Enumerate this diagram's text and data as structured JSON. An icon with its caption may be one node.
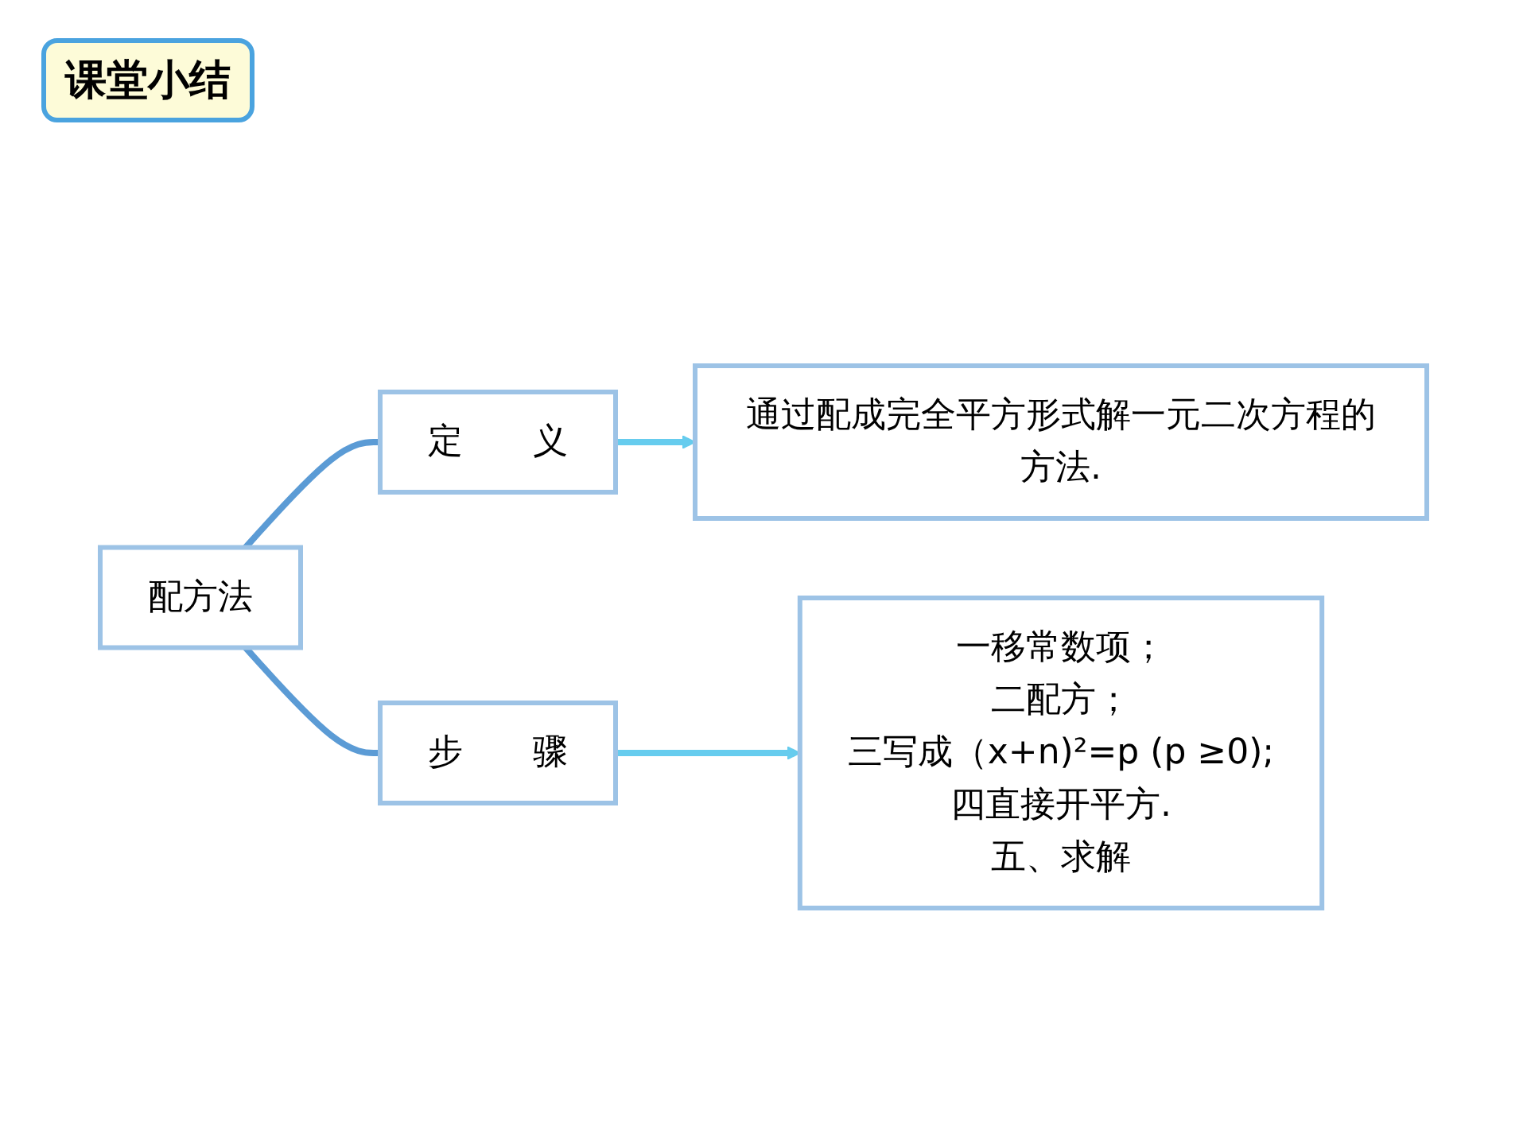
{
  "diagram": {
    "title": "课堂小结",
    "nodes": [
      {
        "text": [
          "配方法"
        ]
      },
      {
        "text": [
          "定　　义"
        ]
      },
      {
        "text": [
          "通过配成完全平方形式解一元二次方程的方法."
        ]
      },
      {
        "text": [
          "步　　骤"
        ]
      },
      {
        "text": [
          "一移常数项；",
          "二配方；",
          "三写成（x+n)²=p (p ≥0);",
          "四直接开平方.",
          "五、求解"
        ]
      }
    ],
    "edges": [
      {
        "from": 0,
        "to": 1,
        "arrow": "none",
        "color": "#5b9bd5"
      },
      {
        "from": 0,
        "to": 3,
        "arrow": "none",
        "color": "#5b9bd5"
      },
      {
        "from": 1,
        "to": 2,
        "arrow": "to",
        "color": "#66ccee"
      },
      {
        "from": 3,
        "to": 4,
        "arrow": "to",
        "color": "#66ccee"
      }
    ]
  }
}
